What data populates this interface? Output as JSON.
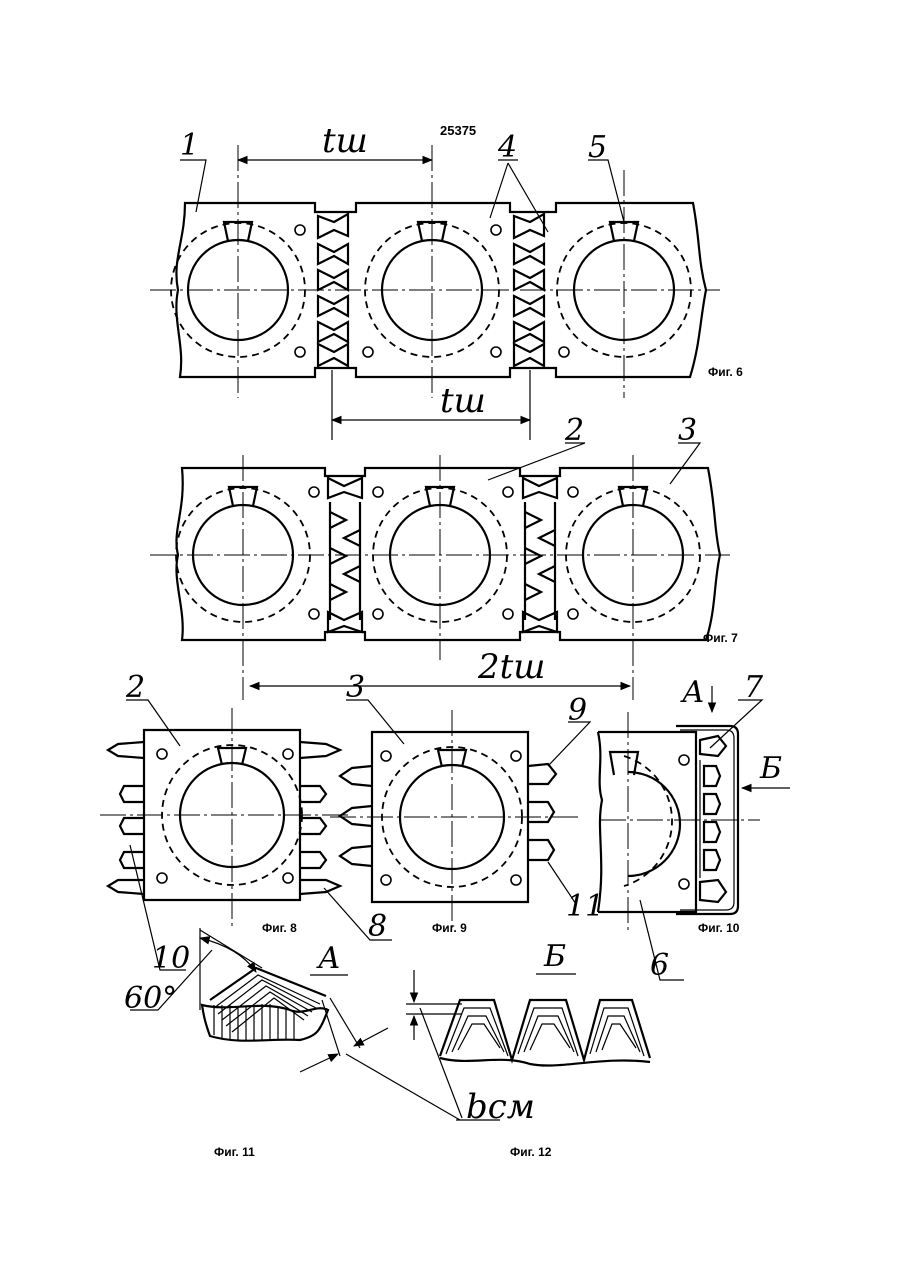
{
  "patent_number": "25375",
  "figures": {
    "fig6": "Фиг. 6",
    "fig7": "Фиг. 7",
    "fig8": "Фиг. 8",
    "fig9": "Фиг. 9",
    "fig10": "Фиг. 10",
    "fig11": "Фиг. 11",
    "fig12": "Фиг. 12"
  },
  "dimensions": {
    "pitch_top": "tш",
    "pitch_bottom": "tш",
    "double_pitch": "2tш",
    "angle": "60°",
    "width": "bсм"
  },
  "section_labels": {
    "view_a": "А",
    "view_b": "Б",
    "section_a": "А",
    "section_b": "Б"
  },
  "callouts": {
    "n1": "1",
    "n2_fig7": "2",
    "n3_fig7": "3",
    "n4": "4",
    "n5": "5",
    "n2_fig8": "2",
    "n3_fig9": "3",
    "n6": "6",
    "n7": "7",
    "n8": "8",
    "n9": "9",
    "n10": "10",
    "n11": "11"
  }
}
